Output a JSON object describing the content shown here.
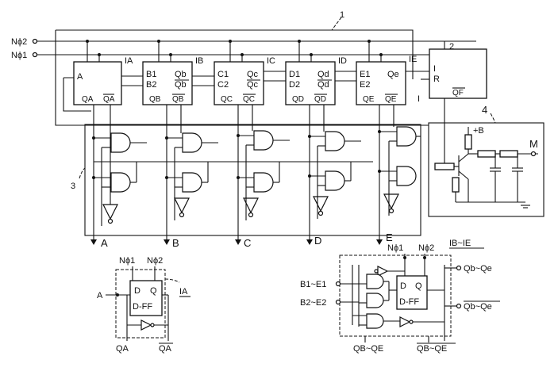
{
  "inputs": {
    "n_phi2": "Nϕ2",
    "n_phi1": "Nϕ1"
  },
  "ref_numbers": {
    "r1": "1",
    "r2": "2",
    "r3": "3",
    "r4": "4"
  },
  "ff1A": {
    "id": "IA",
    "in": "A",
    "q": "QA",
    "qbar": "QA"
  },
  "ff1B": {
    "id": "IB",
    "in1": "B1",
    "in2": "B2",
    "o1": "Qb",
    "o2": "Qb",
    "q": "QB",
    "qbar": "QB"
  },
  "ff1C": {
    "id": "IC",
    "in1": "C1",
    "in2": "C2",
    "o1": "Qc",
    "o2": "Qc",
    "q": "QC",
    "qbar": "QC"
  },
  "ff1D": {
    "id": "ID",
    "in1": "D1",
    "in2": "D2",
    "o1": "Qd",
    "o2": "Qd",
    "q": "QD",
    "qbar": "QD"
  },
  "ff1E": {
    "id": "IE",
    "in1": "E1",
    "in2": "E2",
    "o1": "Qe",
    "q": "QE",
    "qbar": "QE"
  },
  "ff2": {
    "in_i": "I",
    "in_r": "R",
    "qf": "QF",
    "ext_i": "I"
  },
  "bus": {
    "a": "A",
    "b": "B",
    "c": "C",
    "d": "D",
    "e": "E"
  },
  "circuit4": {
    "plus_b": "+B",
    "m": "M"
  },
  "detailA": {
    "phi1": "Nϕ1",
    "phi2": "Nϕ2",
    "d": "D",
    "q": "Q",
    "dff": "D-FF",
    "in": "A",
    "id": "IA",
    "qa": "QA",
    "qabar": "QA"
  },
  "detailB": {
    "phi1": "Nϕ1",
    "phi2": "Nϕ2",
    "id": "IB~IE",
    "d": "D",
    "q": "Q",
    "dff": "D-FF",
    "in1": "B1~E1",
    "in2": "B2~E2",
    "out1": "Qb~Qe",
    "out2": "Qb~Qe",
    "qb": "QB~QE",
    "qbbar": "QB~QE"
  }
}
